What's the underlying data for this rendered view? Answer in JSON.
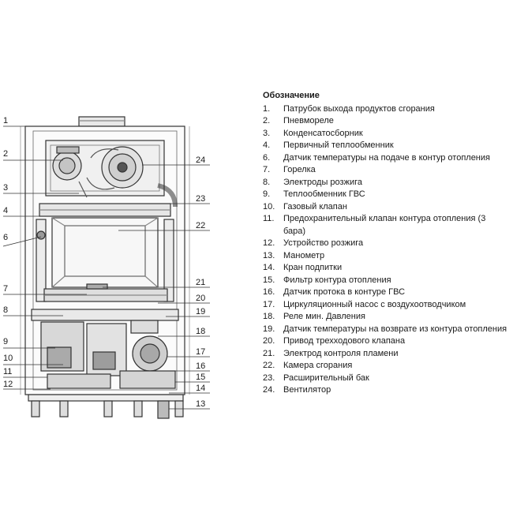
{
  "legend": {
    "title": "Обозначение",
    "items": [
      {
        "num": "1.",
        "text": "Патрубок выхода продуктов сгорания"
      },
      {
        "num": "2.",
        "text": "Пневмореле"
      },
      {
        "num": "3.",
        "text": "Конденсатосборник"
      },
      {
        "num": "4.",
        "text": "Первичный теплообменник"
      },
      {
        "num": "6.",
        "text": "Датчик температуры на подаче в контур отопления"
      },
      {
        "num": "7.",
        "text": "Горелка"
      },
      {
        "num": "8.",
        "text": "Электроды розжига"
      },
      {
        "num": "9.",
        "text": "Теплообменник ГВС"
      },
      {
        "num": "10.",
        "text": "Газовый клапан"
      },
      {
        "num": "11.",
        "text": "Предохранительный клапан контура отопления (3 бара)"
      },
      {
        "num": "12.",
        "text": "Устройство розжига"
      },
      {
        "num": "13.",
        "text": "Манометр"
      },
      {
        "num": "14.",
        "text": "Кран подпитки"
      },
      {
        "num": "15.",
        "text": "Фильтр контура отопления"
      },
      {
        "num": "16.",
        "text": "Датчик протока в контуре  ГВС"
      },
      {
        "num": "17.",
        "text": "Циркуляционный насос с воздухоотводчиком"
      },
      {
        "num": "18.",
        "text": "Реле мин. Давления"
      },
      {
        "num": "19.",
        "text": "Датчик температуры на возврате из контура отопления"
      },
      {
        "num": "20.",
        "text": "Привод трехходового клапана"
      },
      {
        "num": "21.",
        "text": "Электрод контроля пламени"
      },
      {
        "num": "22.",
        "text": "Камера сгорания"
      },
      {
        "num": "23.",
        "text": "Расширительный бак"
      },
      {
        "num": "24.",
        "text": "Вентилятор"
      }
    ]
  },
  "callouts": {
    "left": [
      "1",
      "2",
      "3",
      "4",
      "6",
      "7",
      "8",
      "9",
      "10",
      "11",
      "12"
    ],
    "right": [
      "24",
      "23",
      "22",
      "21",
      "20",
      "19",
      "18",
      "17",
      "16",
      "15",
      "14",
      "13"
    ]
  }
}
